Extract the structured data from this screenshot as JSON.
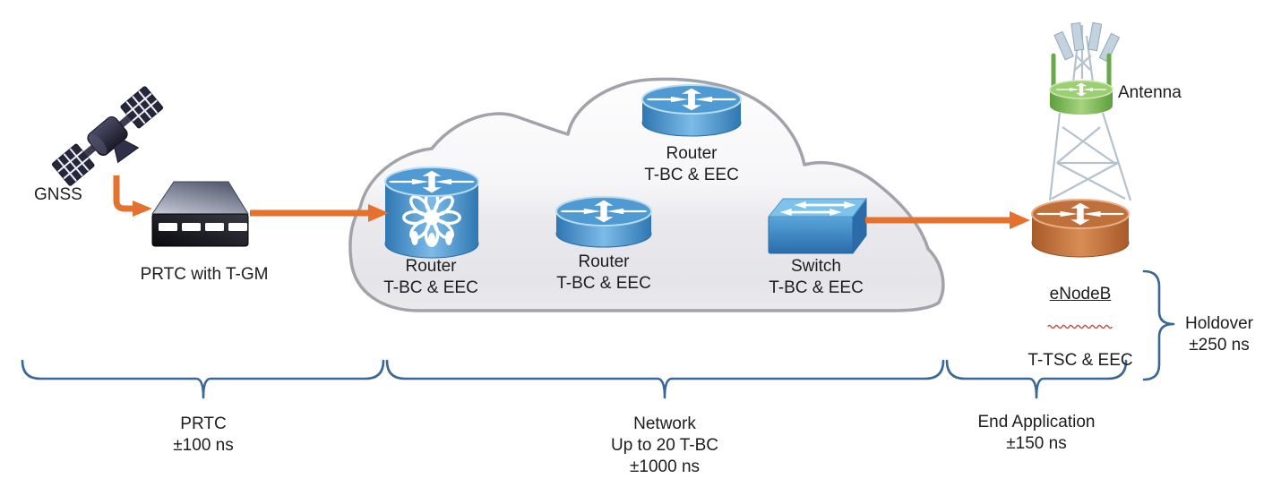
{
  "diagram": {
    "nodes": {
      "gnss": {
        "label": "GNSS",
        "icon": "satellite-icon"
      },
      "prtc": {
        "label": "PRTC with T-GM",
        "icon": "network-appliance-icon"
      },
      "router_left": {
        "label": "Router\nT-BC & EEC",
        "icon": "router-cylinder-icon"
      },
      "router_top": {
        "label": "Router\nT-BC & EEC",
        "icon": "router-cylinder-icon"
      },
      "router_mid": {
        "label": "Router\nT-BC & EEC",
        "icon": "router-cylinder-icon"
      },
      "switch": {
        "label": "Switch\nT-BC & EEC",
        "icon": "switch-box-icon"
      },
      "enodeb": {
        "line1": "eNodeB",
        "line2": "T-TSC & EEC",
        "icon": "router-cylinder-icon"
      },
      "antenna": {
        "label": "Antenna",
        "icon": "cell-tower-icon"
      }
    },
    "budgets": {
      "prtc": "PRTC\n±100 ns",
      "network": "Network\nUp to 20 T-BC\n±1000 ns",
      "end_application": "End Application\n±150 ns",
      "holdover": "Holdover\n±250 ns"
    },
    "colors": {
      "arrow": "#e4722e",
      "brace": "#3a6795",
      "router_blue": "#3a85c4",
      "enodeb_orange": "#c4763d",
      "antenna_green": "#7ab648",
      "cloud_border": "#a2a2aa",
      "text": "#1d1d1f"
    }
  }
}
